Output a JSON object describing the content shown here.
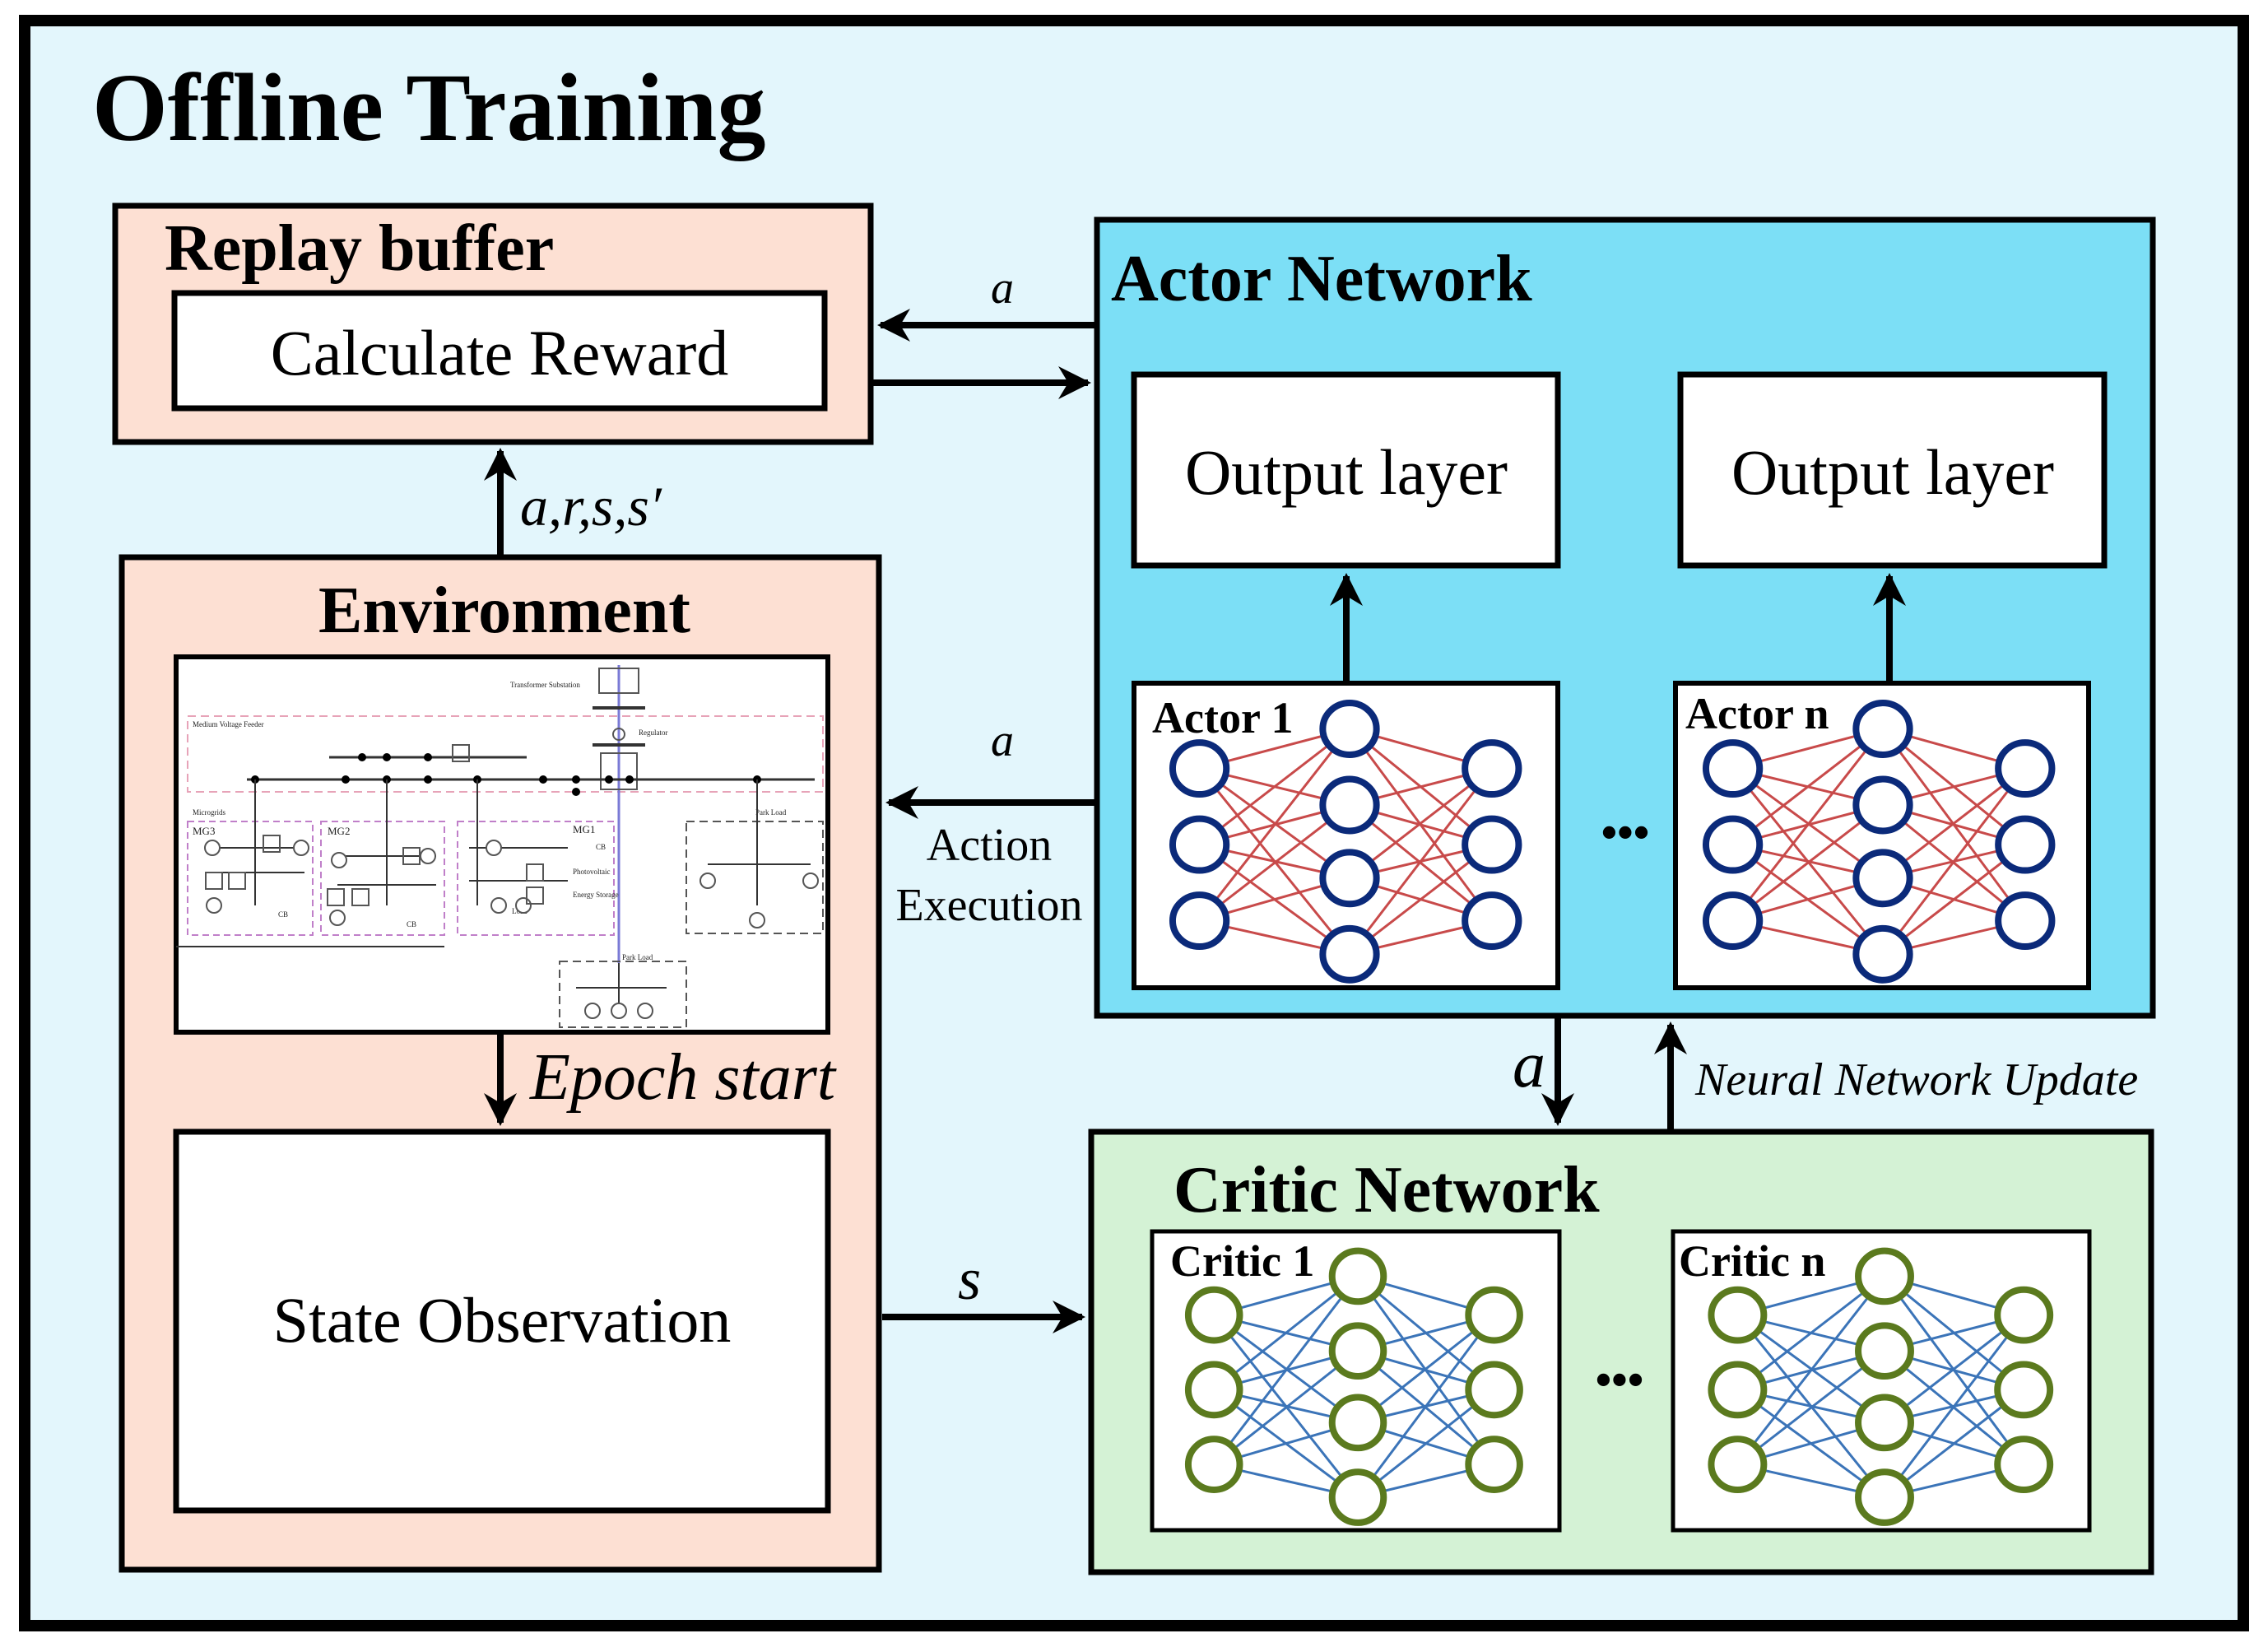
{
  "title": "Offline Training",
  "replay_buffer": {
    "title": "Replay buffer",
    "inner_label": "Calculate Reward"
  },
  "environment": {
    "title": "Environment",
    "state_label": "State Observation",
    "grid_labels": {
      "transformer": "Transformer Substation",
      "feeder": "Medium Voltage Feeder",
      "regulator": "Regulator",
      "microgrids": "Microgrids",
      "mg3": "MG3",
      "mg2": "MG2",
      "mg1": "MG1",
      "park_load_1": "Park Load",
      "park_load_2": "Park Load",
      "photovoltaic": "Photovoltaic",
      "energy_storage": "Energy Storage",
      "load": "Load",
      "cb1": "CB",
      "cb2": "CB",
      "cb3": "CB"
    }
  },
  "actor": {
    "title": "Actor Network",
    "output_1": "Output layer",
    "output_n": "Output layer",
    "net_1": "Actor 1",
    "net_n": "Actor n",
    "ellipsis": "•••"
  },
  "critic": {
    "title": "Critic Network",
    "net_1": "Critic 1",
    "net_n": "Critic n",
    "ellipsis": "•••"
  },
  "edges": {
    "actor_to_buffer": "a",
    "buffer_from_env": "a,r,s,s′",
    "actor_to_env": "a",
    "action_exec_1": "Action",
    "action_exec_2": "Execution",
    "epoch": "Epoch start",
    "state_to_critic": "s",
    "actor_to_critic": "a",
    "nn_update": "Neural Network Update"
  },
  "colors": {
    "outer_bg": "#e3f6fc",
    "peach": "#fde0d3",
    "actor_bg": "#7cdff6",
    "critic_bg": "#d4f2d5",
    "actor_node": "#0b2a7a",
    "actor_edge": "#c84a4a",
    "critic_node": "#5b7a1e",
    "critic_edge": "#3b74b8"
  }
}
